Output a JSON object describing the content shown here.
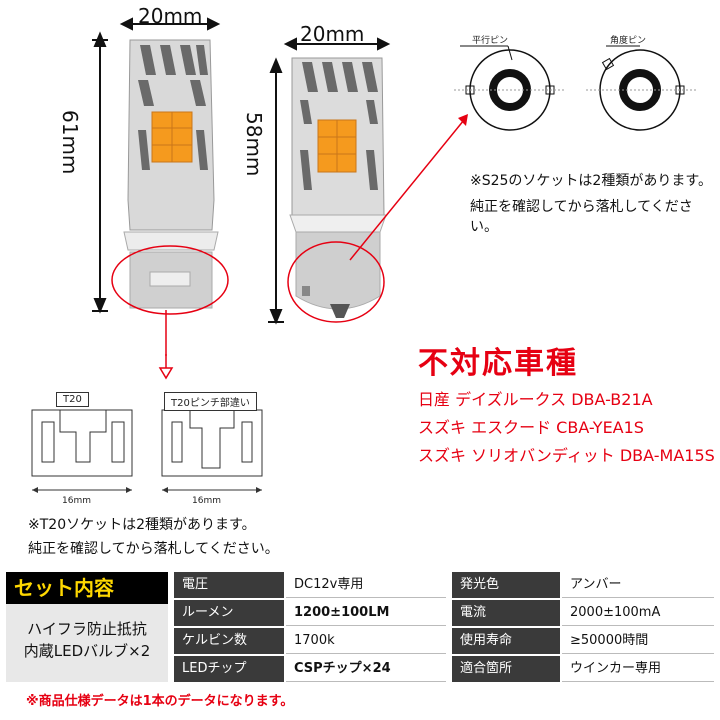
{
  "dims": {
    "t20_width": "20mm",
    "t20_height": "61mm",
    "s25_width": "20mm",
    "s25_height": "58mm"
  },
  "s25_socket": {
    "type1": "平行ピン",
    "type2": "角度ピン",
    "note1": "※S25のソケットは2種類があります。",
    "note2": "純正を確認してから落札してください。"
  },
  "incompatible": {
    "title": "不対応車種",
    "items": [
      "日産 デイズルークス DBA-B21A",
      "スズキ エスクード CBA-YEA1S",
      "スズキ ソリオバンディット DBA-MA15S"
    ]
  },
  "t20_socket": {
    "type1": "T20",
    "type2": "T20ピンチ部違い",
    "width1": "16mm",
    "width2": "16mm",
    "note1": "※T20ソケットは2種類があります。",
    "note2": "純正を確認してから落札してください。"
  },
  "set": {
    "title": "セット内容",
    "line1": "ハイフラ防止抵抗",
    "line2": "内蔵LEDバルブ×2"
  },
  "specs": [
    {
      "label": "電圧",
      "value": "DC12v専用",
      "label2": "発光色",
      "value2": "アンバー"
    },
    {
      "label": "ルーメン",
      "value": "1200±100LM",
      "label2": "電流",
      "value2": "2000±100mA"
    },
    {
      "label": "ケルビン数",
      "value": "1700k",
      "label2": "使用寿命",
      "value2": "≥50000時間"
    },
    {
      "label": "LEDチップ",
      "value": "CSPチップ×24",
      "label2": "適合箇所",
      "value2": "ウインカー専用"
    }
  ],
  "footnote": "※商品仕様データは1本のデータになります。",
  "colors": {
    "accent_red": "#e60012",
    "led_amber": "#f59a1e",
    "set_yellow": "#ffd800"
  }
}
